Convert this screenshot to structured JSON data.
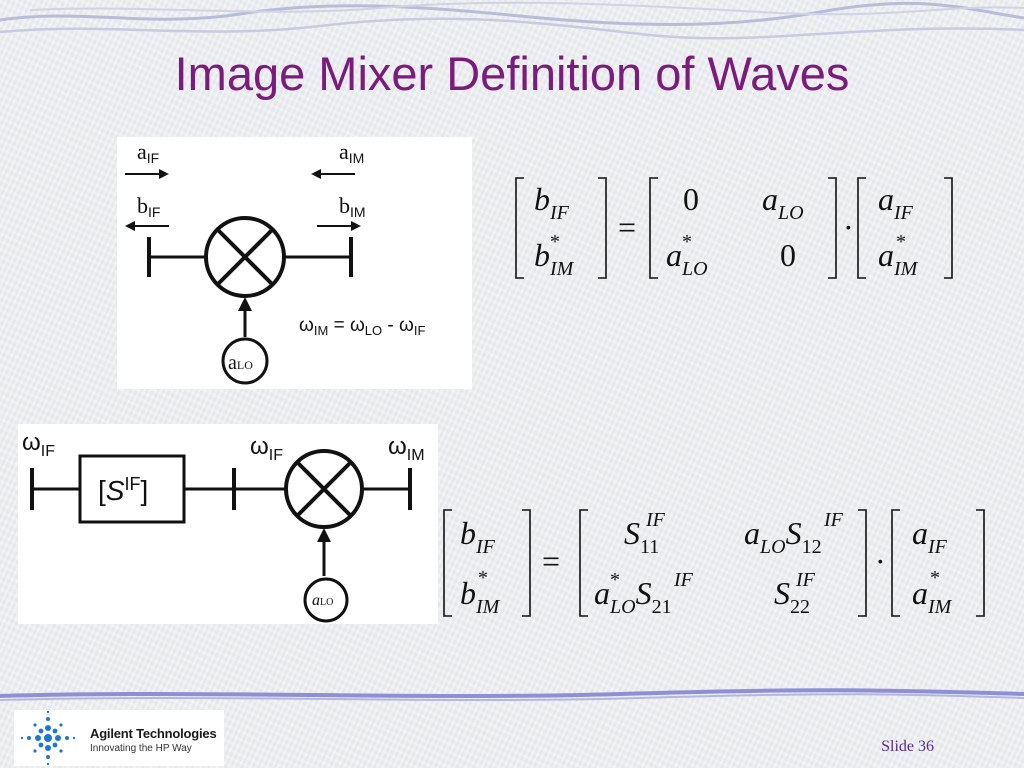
{
  "title": "Image Mixer Definition of Waves",
  "diagram1": {
    "a_IF": "a",
    "a_IF_sub": "IF",
    "b_IF": "b",
    "b_IF_sub": "IF",
    "a_IM": "a",
    "a_IM_sub": "IM",
    "b_IM": "b",
    "b_IM_sub": "IM",
    "a_LO": "a",
    "a_LO_sub": "LO",
    "omega_eq": {
      "w": "ω",
      "im": "IM",
      "eq": " = ",
      "lo": "LO",
      "minus": " - ",
      "if": "IF"
    }
  },
  "diagram2": {
    "w_if_left": "ω",
    "w_if_left_sub": "IF",
    "w_if_mid": "ω",
    "w_if_mid_sub": "IF",
    "w_im": "ω",
    "w_im_sub": "IM",
    "s_open": "[",
    "s_letter": "S",
    "s_sup": "IF",
    "s_close": "]",
    "a_LO": "a",
    "a_LO_sub": "LO"
  },
  "equation1": {
    "lhs": [
      {
        "base": "b",
        "sub": "IF",
        "sup": ""
      },
      {
        "base": "b",
        "sub": "IM",
        "sup": "*"
      }
    ],
    "equals": "=",
    "matrix": [
      [
        {
          "base": "0",
          "sub": "",
          "sup": ""
        },
        {
          "base": "a",
          "sub": "LO",
          "sup": ""
        }
      ],
      [
        {
          "base": "a",
          "sub": "LO",
          "sup": "*"
        },
        {
          "base": "0",
          "sub": "",
          "sup": ""
        }
      ]
    ],
    "dot": "·",
    "rhs": [
      {
        "base": "a",
        "sub": "IF",
        "sup": ""
      },
      {
        "base": "a",
        "sub": "IM",
        "sup": "*"
      }
    ]
  },
  "equation2": {
    "lhs": [
      {
        "base": "b",
        "sub": "IF",
        "sup": ""
      },
      {
        "base": "b",
        "sub": "IM",
        "sup": "*"
      }
    ],
    "equals": "=",
    "m11": {
      "s": "S",
      "sup": "IF",
      "sub": "11"
    },
    "m12": {
      "a": "a",
      "a_sub": "LO",
      "s": "S",
      "sup": "IF",
      "sub": "12"
    },
    "m21": {
      "a": "a",
      "a_sub": "LO",
      "a_sup": "*",
      "s": "S",
      "sup": "IF",
      "sub": "21"
    },
    "m22": {
      "s": "S",
      "sup": "IF",
      "sub": "22"
    },
    "dot": "·",
    "rhs": [
      {
        "base": "a",
        "sub": "IF",
        "sup": ""
      },
      {
        "base": "a",
        "sub": "IM",
        "sup": "*"
      }
    ]
  },
  "footer": {
    "company": "Agilent Technologies",
    "tagline": "Innovating the HP Way",
    "slide": "Slide 36"
  },
  "colors": {
    "title": "#7b1b7e",
    "accent_line": "#8f8fd6",
    "logo_blue": "#1e78c8"
  }
}
